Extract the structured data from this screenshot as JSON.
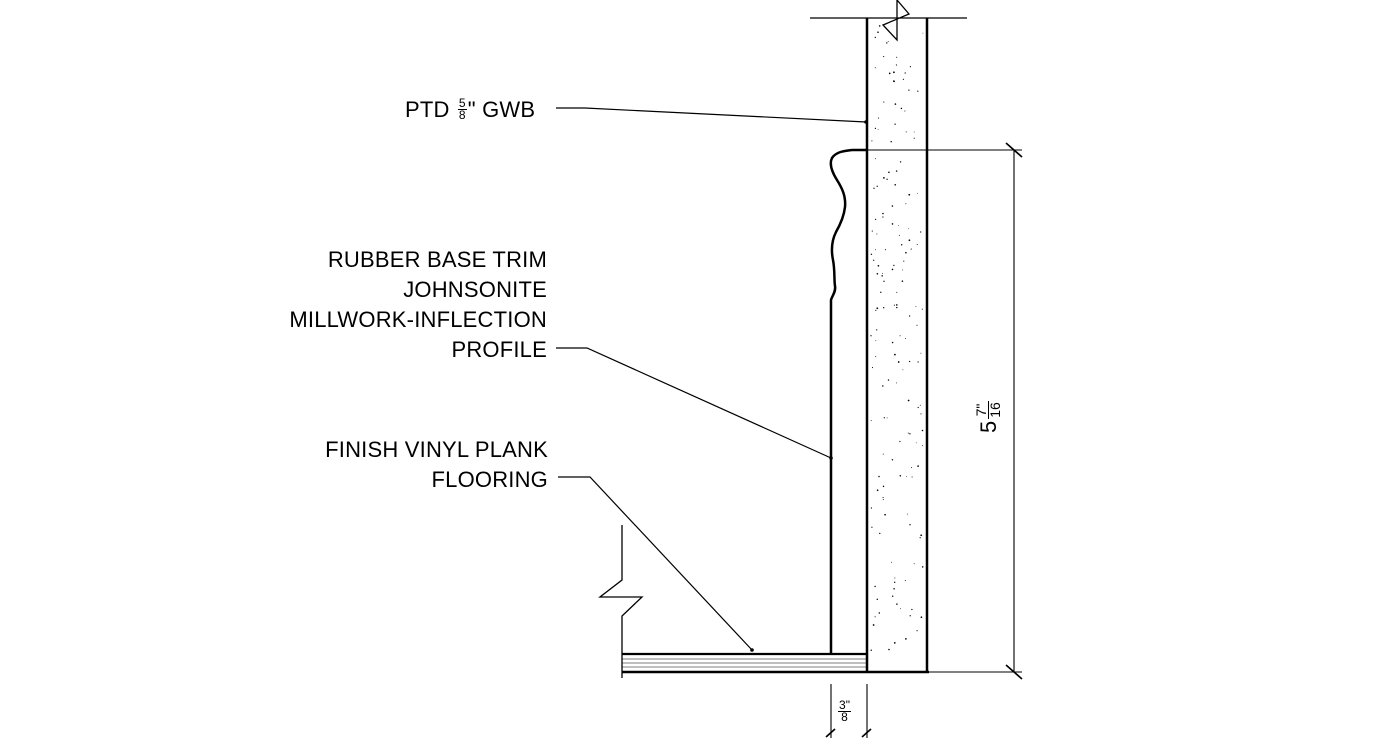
{
  "labels": {
    "gwb": {
      "prefix": "PTD",
      "frac_num": "5",
      "frac_den": "8",
      "suffix": "\" GWB"
    },
    "base_trim": [
      "RUBBER BASE TRIM",
      "JOHNSONITE",
      "MILLWORK-INFLECTION",
      "PROFILE"
    ],
    "flooring": [
      "FINISH VINYL PLANK",
      "FLOORING"
    ]
  },
  "dimensions": {
    "height": {
      "whole": "5",
      "frac_num": "7",
      "frac_den": "16",
      "unit": "\""
    },
    "floor_thickness": {
      "frac_num": "3",
      "frac_den": "8",
      "unit": "\""
    }
  }
}
